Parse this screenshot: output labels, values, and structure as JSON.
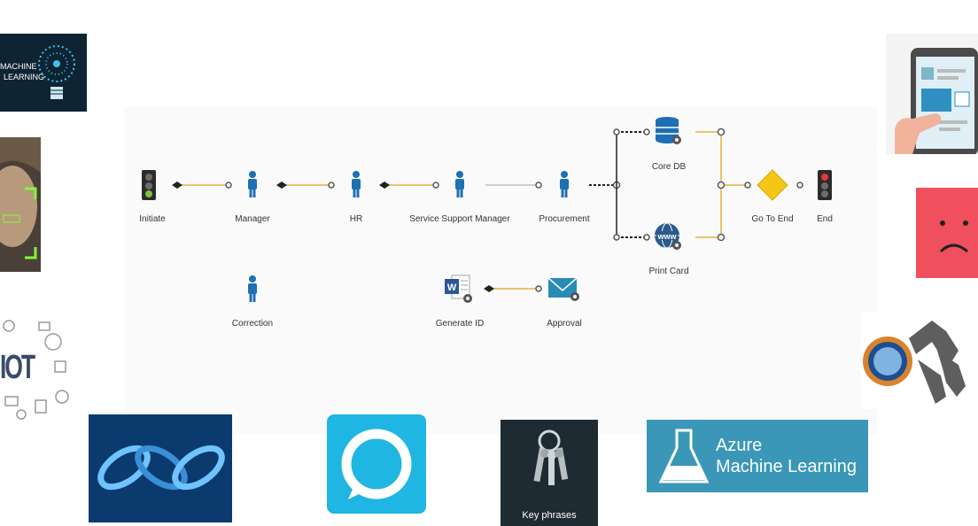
{
  "workflow": {
    "nodes": [
      {
        "id": "initiate",
        "label": "Initiate",
        "icon": "traffic-light-green-icon"
      },
      {
        "id": "manager",
        "label": "Manager",
        "icon": "person-icon"
      },
      {
        "id": "hr",
        "label": "HR",
        "icon": "person-icon"
      },
      {
        "id": "service_support_manager",
        "label": "Service Support Manager",
        "icon": "person-icon"
      },
      {
        "id": "procurement",
        "label": "Procurement",
        "icon": "person-icon"
      },
      {
        "id": "core_db",
        "label": "Core DB",
        "icon": "database-gear-icon"
      },
      {
        "id": "print_card",
        "label": "Print Card",
        "icon": "web-gear-icon"
      },
      {
        "id": "go_to_end",
        "label": "Go To End",
        "icon": "decision-diamond-icon"
      },
      {
        "id": "end",
        "label": "End",
        "icon": "traffic-light-red-icon"
      },
      {
        "id": "correction",
        "label": "Correction",
        "icon": "person-icon"
      },
      {
        "id": "generate_id",
        "label": "Generate ID",
        "icon": "word-document-gear-icon"
      },
      {
        "id": "approval",
        "label": "Approval",
        "icon": "mail-gear-icon"
      }
    ]
  },
  "tiles": {
    "machine_learning": {
      "line1": "MACHINE",
      "line2": "LEARNING"
    },
    "iot": {
      "text": "IOT"
    },
    "key_phrases": {
      "text": "Key phrases"
    },
    "azure": {
      "line1": "Azure",
      "line2": "Machine Learning"
    }
  },
  "colors": {
    "node_blue": "#1f6fb5",
    "link_gold": "#e8c46a",
    "azure_bg": "#3a97b8",
    "alexa_bg": "#1fb6e3",
    "key_bg": "#1f2b33",
    "sad_bg": "#f0505e",
    "diamond": "#f5c518"
  }
}
